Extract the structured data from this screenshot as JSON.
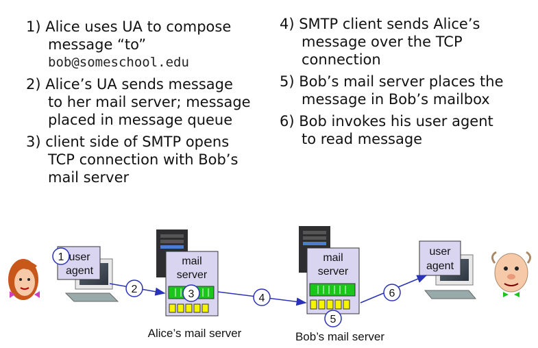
{
  "steps_left": [
    {
      "lines": [
        "1) Alice uses UA to compose",
        "message “to”"
      ],
      "email": "bob@someschool.edu"
    },
    {
      "lines": [
        "2) Alice’s UA sends message",
        "to her mail server; message",
        "placed in message queue"
      ]
    },
    {
      "lines": [
        "3) client side of SMTP opens",
        "TCP connection with Bob’s",
        "mail server"
      ]
    }
  ],
  "steps_right": [
    {
      "lines": [
        "4) SMTP client sends Alice’s",
        "message over the TCP",
        "connection"
      ]
    },
    {
      "lines": [
        "5) Bob’s mail server places the",
        "message in Bob’s mailbox"
      ]
    },
    {
      "lines": [
        "6) Bob invokes his user agent",
        "to read message"
      ]
    }
  ],
  "diagram": {
    "ua_left": [
      "user",
      "agent"
    ],
    "ua_right": [
      "user",
      "agent"
    ],
    "server_left": [
      "mail",
      "server"
    ],
    "server_right": [
      "mail",
      "server"
    ],
    "caption_left": "Alice’s mail server",
    "caption_right": "Bob’s mail server",
    "markers": [
      "1",
      "2",
      "3",
      "4",
      "5",
      "6"
    ]
  },
  "colors": {
    "box": "#d9d4ef",
    "queue": "#19c619",
    "mailbox": "#f5f500",
    "arrow": "#2a32b8"
  }
}
